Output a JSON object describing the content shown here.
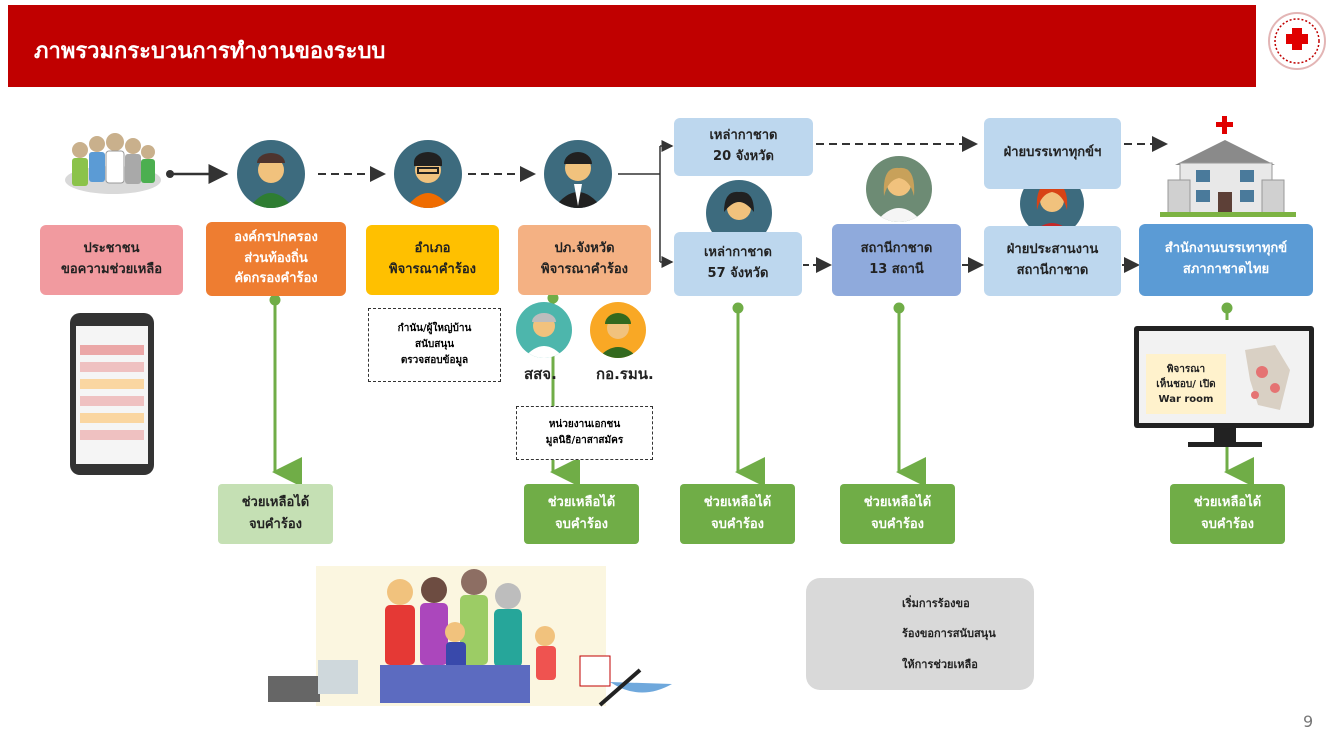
{
  "title": "ภาพรวมกระบวนการทำงานของระบบ",
  "boxes": {
    "citizen": {
      "line1": "ประชาชน",
      "line2": "ขอความช่วยเหลือ"
    },
    "local": {
      "line1": "องค์กรปกครอง",
      "line2": "ส่วนท้องถิ่น",
      "line3": "คัดกรองคำร้อง"
    },
    "district": {
      "line1": "อำเภอ",
      "line2": "พิจารณาคำร้อง"
    },
    "province": {
      "line1": "ปภ.จังหวัด",
      "line2": "พิจารณาคำร้อง"
    },
    "rc20": {
      "line1": "เหล่ากาชาด",
      "line2": "20 จังหวัด"
    },
    "rc57": {
      "line1": "เหล่ากาชาด",
      "line2": "57 จังหวัด"
    },
    "station": {
      "line1": "สถานีกาชาด",
      "line2": "13 สถานี"
    },
    "relief": {
      "line1": "ฝ่ายบรรเทาทุกข์ฯ"
    },
    "coord": {
      "line1": "ฝ่ายประสานงาน",
      "line2": "สถานีกาชาด"
    },
    "hq": {
      "line1": "สำนักงานบรรเทาทุกข์",
      "line2": "สภากาชาดไทย"
    }
  },
  "notes": {
    "village": {
      "line1": "กำนัน/ผู้ใหญ่บ้าน",
      "line2": "สนับสนุน",
      "line3": "ตรวจสอบข้อมูล"
    },
    "agency": {
      "line1": "หน่วยงานเอกชน",
      "line2": "มูลนิธิ/อาสาสมัคร"
    },
    "warroom": {
      "line1": "พิจารณา",
      "line2": "เห็นชอบ/ เปิด",
      "line3": "War room"
    }
  },
  "people_labels": {
    "health": "สสจ.",
    "military": "กอ.รมน."
  },
  "help_box": {
    "line1": "ช่วยเหลือได้",
    "line2": "จบคำร้อง"
  },
  "legend": {
    "start": "เริ่มการร้องขอ",
    "support": "ร้องขอการสนับสนุน",
    "assist": "ให้การช่วยเหลือ"
  },
  "page_number": "9",
  "colors": {
    "banner": "#c00000",
    "help_light": "#c5e0b4",
    "help_dark": "#70ad47",
    "arrow_green": "#70ad47"
  }
}
